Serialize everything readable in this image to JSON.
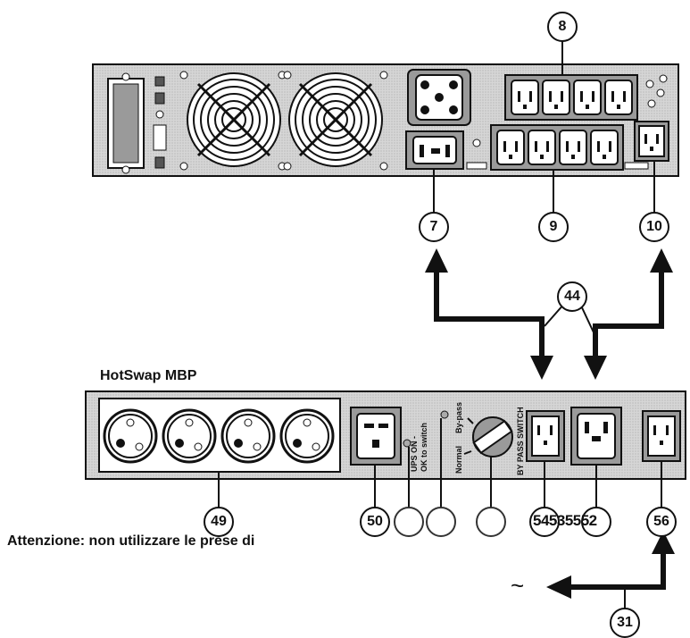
{
  "title": "HotSwap MBP",
  "note": "Attenzione: non utilizzare le prese di",
  "mbp_labels": {
    "ups_on": "UPS ON -",
    "ok_switch": "OK to switch",
    "bypass": "By-pass",
    "normal": "Normal",
    "bypass_switch": "BY PASS SWITCH"
  },
  "callouts": {
    "c8": "8",
    "c7": "7",
    "c9": "9",
    "c10": "10",
    "c44": "44",
    "c49": "49",
    "c50": "50",
    "c545352": "54535552",
    "c56": "56",
    "c31": "31"
  },
  "ac_symbol": "~",
  "colors": {
    "panel": "#d2d2d2",
    "stroke": "#111111",
    "socket": "#9a9a9a"
  }
}
